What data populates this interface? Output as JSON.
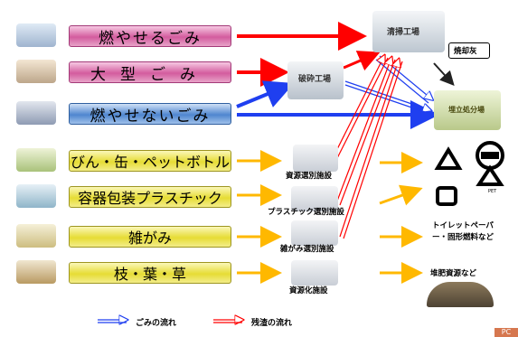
{
  "categories": [
    {
      "label": "燃やせるごみ",
      "style": "pink"
    },
    {
      "label": "大型ごみ",
      "style": "pink"
    },
    {
      "label": "燃やせないごみ",
      "style": "blue"
    },
    {
      "label": "びん・缶・ペットボトル",
      "style": "yellow"
    },
    {
      "label": "容器包装プラスチック",
      "style": "yellow"
    },
    {
      "label": "雑がみ",
      "style": "yellow"
    },
    {
      "label": "枝・葉・草",
      "style": "yellow"
    }
  ],
  "facilities": {
    "incineration_sign": "清掃工場",
    "crushing_sign": "破砕工場",
    "landfill_sign": "埋立処分場",
    "ash_label": "焼却灰"
  },
  "facility_labels": {
    "resource_sorting": "資源選別施設",
    "plastic_sorting": "プラスチック選別施設",
    "paper_sorting": "雑がみ選別施設",
    "composting": "資源化施設"
  },
  "outputs": {
    "pet_mark": "PET",
    "toilet_paper": "トイレットペーパー・固形燃料など",
    "compost": "堆肥資源など"
  },
  "legend": {
    "waste_flow": "ごみの流れ",
    "residue_flow": "残渣の流れ"
  },
  "colors": {
    "red_arrow": "#ff0000",
    "blue_arrow": "#1f3ff0",
    "orange_arrow": "#ffb800"
  },
  "page_badge": "PC"
}
